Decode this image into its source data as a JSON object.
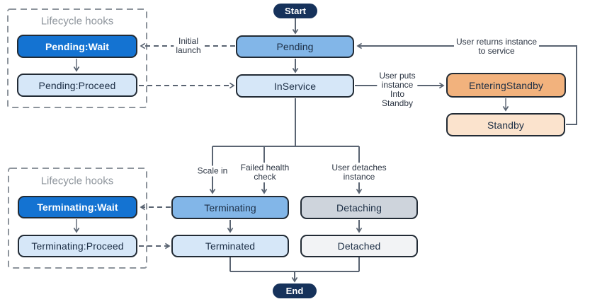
{
  "colors": {
    "wait_blue": "#1473d2",
    "state_blue": "#82b6e8",
    "state_light_blue": "#d6e7f8",
    "state_orange": "#f2b27d",
    "state_light_orange": "#fbe3cd",
    "state_gray": "#ced4dc",
    "state_light_gray": "#f2f3f5",
    "terminal_navy": "#16325b",
    "node_border": "#222b35",
    "node_text": "#1c2e45",
    "line": "#5a6472",
    "hook_outline": "#8d949c",
    "hook_title": "#8f969d",
    "label_text": "#2b3442"
  },
  "terminals": {
    "start": "Start",
    "end": "End"
  },
  "states": {
    "pending": "Pending",
    "in_service": "InService",
    "entering_standby": "EnteringStandby",
    "standby": "Standby",
    "terminating": "Terminating",
    "terminated": "Terminated",
    "detaching": "Detaching",
    "detached": "Detached"
  },
  "hooks": {
    "group_title": "Lifecycle hooks",
    "pending_wait": "Pending:Wait",
    "pending_proceed": "Pending:Proceed",
    "terminating_wait": "Terminating:Wait",
    "terminating_proceed": "Terminating:Proceed"
  },
  "edge_labels": {
    "initial_launch": "Initial\nlaunch",
    "user_puts_standby": "User puts\ninstance\nInto\nStandby",
    "user_returns": "User returns instance\nto service",
    "scale_in": "Scale in",
    "failed_health_check": "Failed health\ncheck",
    "user_detaches": "User detaches\ninstance"
  }
}
